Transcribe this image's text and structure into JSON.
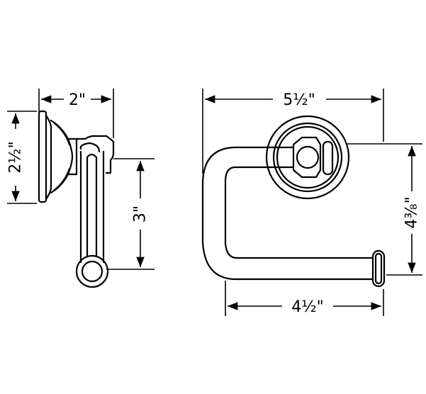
{
  "dimensions": {
    "side_width": "2\"",
    "side_height": "2½\"",
    "side_arm_drop": "3\"",
    "front_width": "5½\"",
    "front_height": "4⅜\"",
    "front_arm_length": "4½\""
  }
}
